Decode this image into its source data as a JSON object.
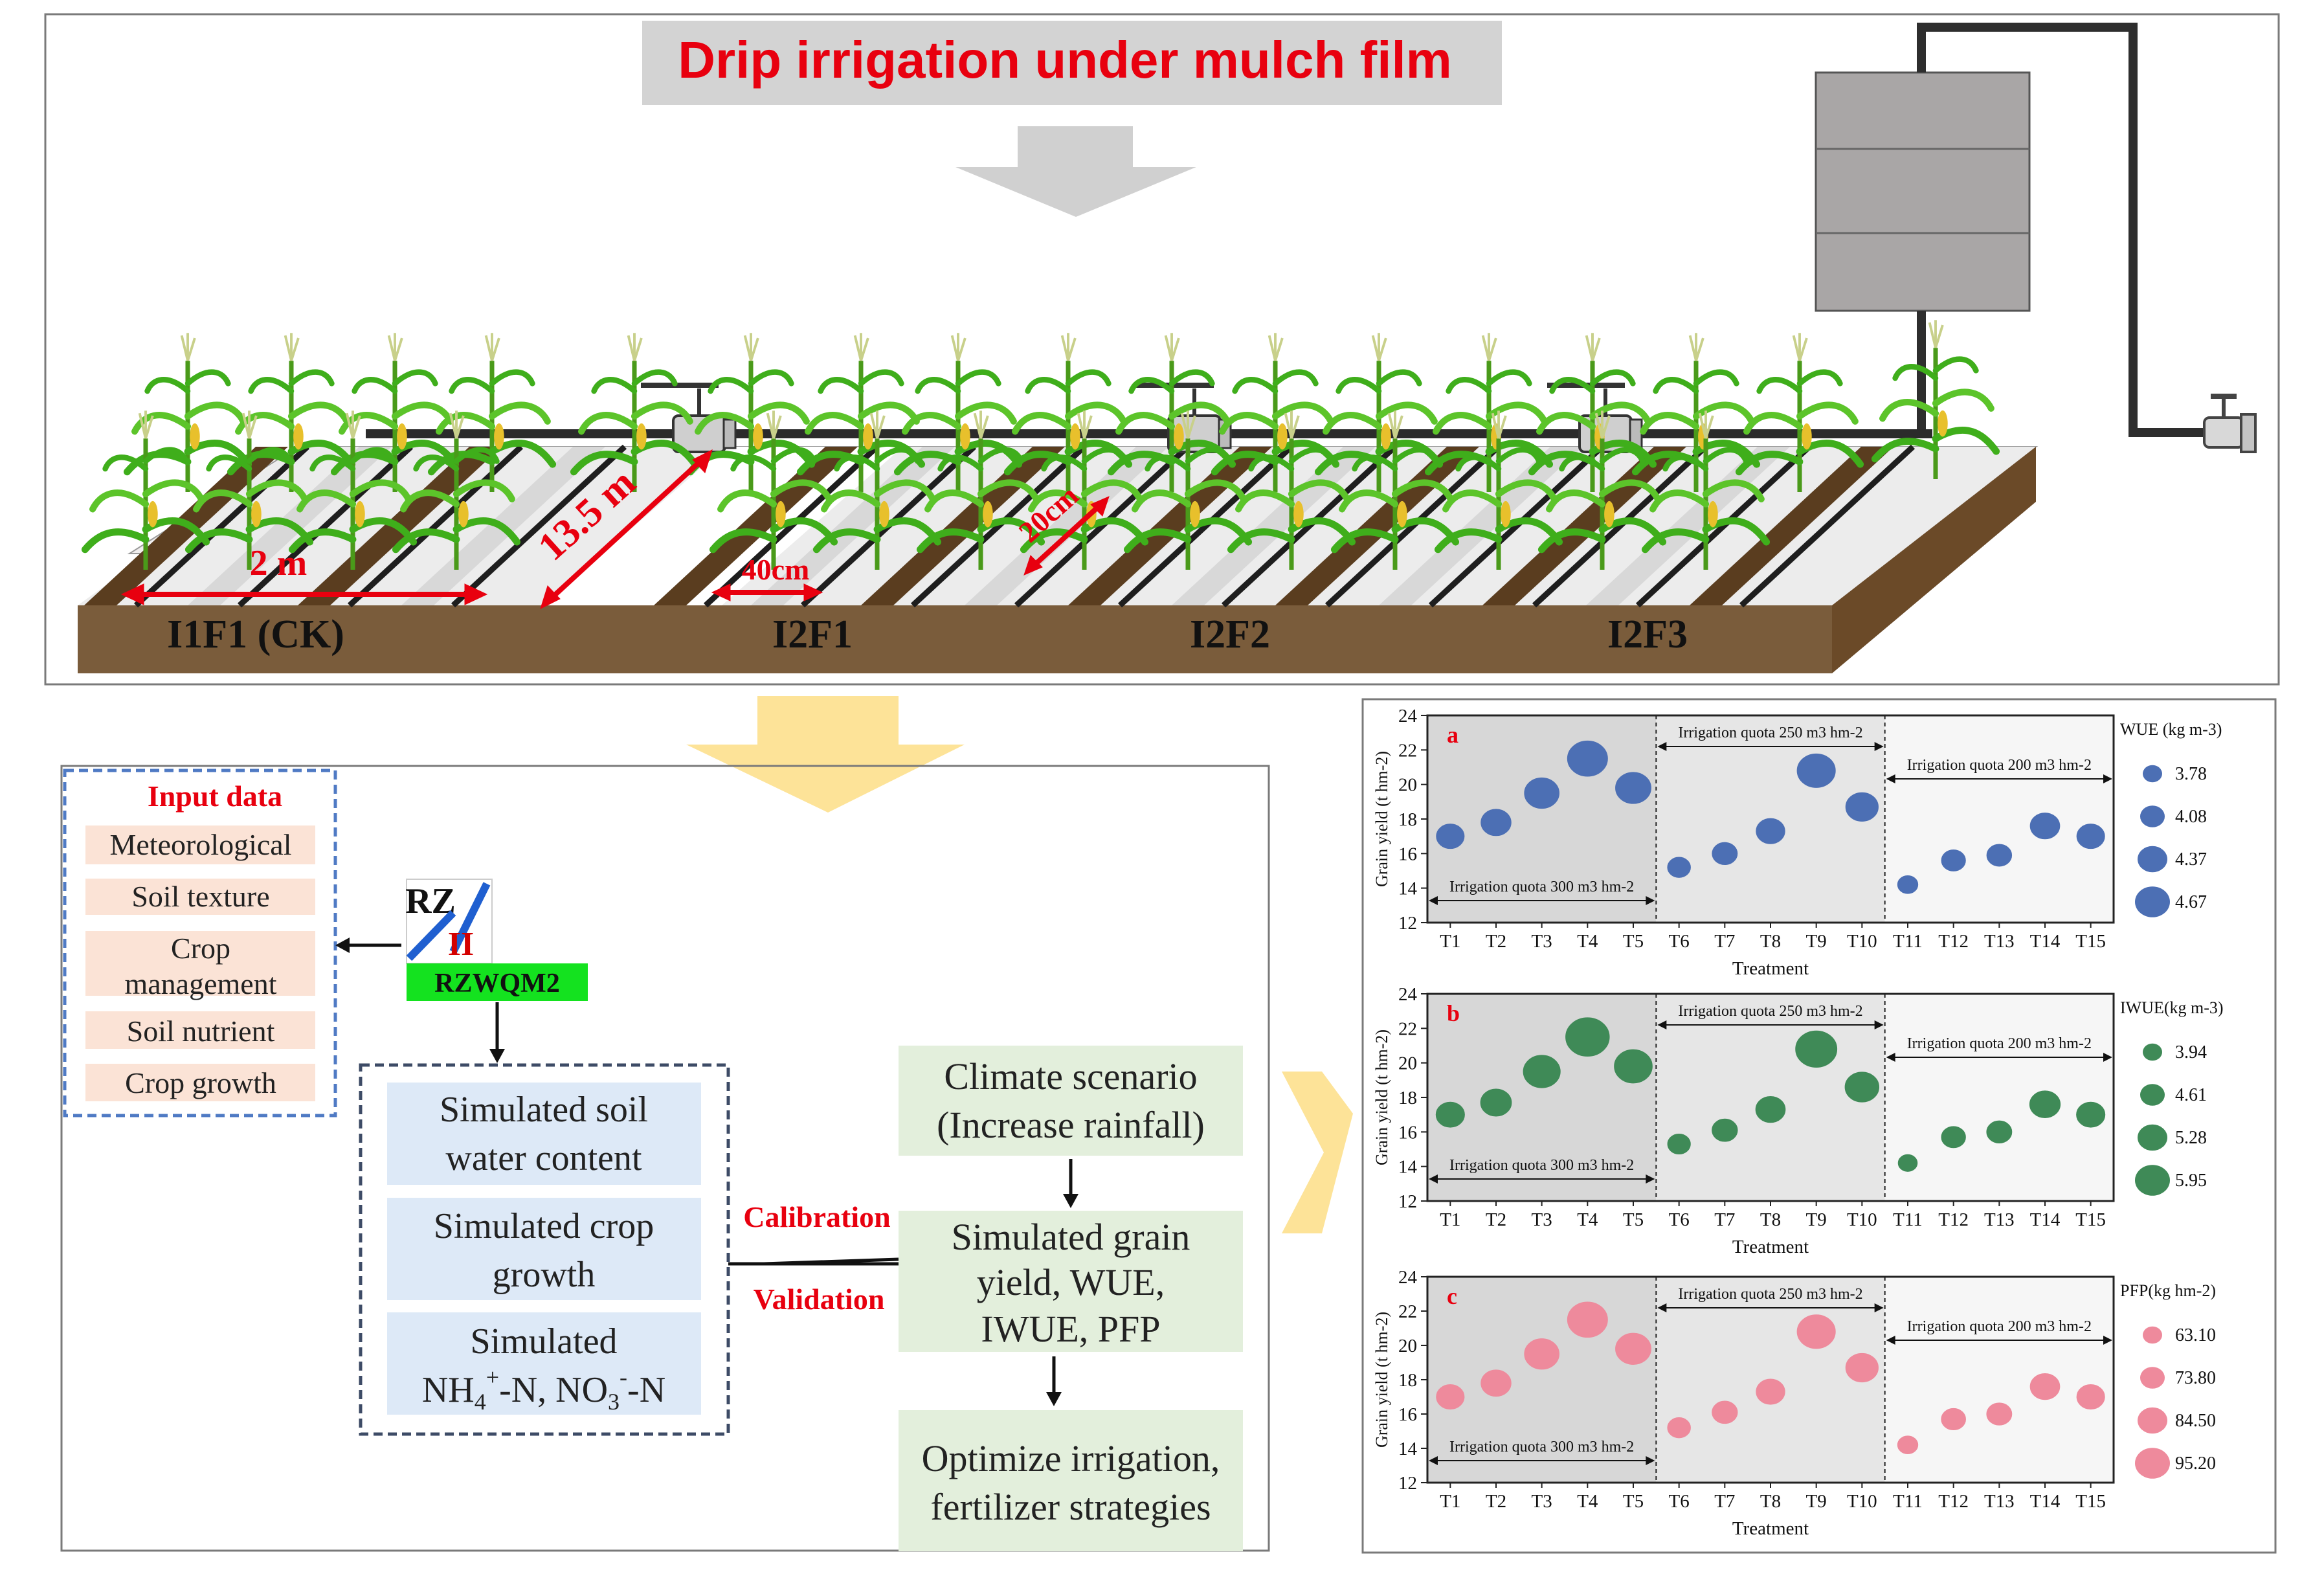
{
  "title": "Drip irrigation under mulch film",
  "field": {
    "dims": [
      "2 m",
      "13.5 m",
      "40cm",
      "20cm"
    ],
    "labels": [
      "I1F1 (CK)",
      "I2F1",
      "I2F2",
      "I2F3"
    ]
  },
  "inputs": {
    "title": "Input data",
    "items": [
      "Meteorological",
      "Soil texture",
      "Crop",
      "management",
      "Soil nutrient",
      "Crop growth"
    ]
  },
  "model": {
    "logo_text": "RZ",
    "logo_mark": "II",
    "label": "RZWQM2"
  },
  "sim": {
    "b1": [
      "Simulated soil",
      "water content"
    ],
    "b2": [
      "Simulated crop",
      "growth"
    ],
    "b3_line1": "Simulated",
    "b3_nh": "NH",
    "b3_nh_sub": "4",
    "b3_nh_sup": "+",
    "b3_mid": "-N, NO",
    "b3_no_sub": "3",
    "b3_no_sup": "-",
    "b3_end": "-N"
  },
  "cal": {
    "calibration": "Calibration",
    "validation": "Validation"
  },
  "out": {
    "climate": [
      "Climate scenario",
      "(Increase rainfall)"
    ],
    "yield": [
      "Simulated grain",
      "yield, WUE,",
      "IWUE, PFP"
    ],
    "optimize": [
      "Optimize irrigation,",
      "fertilizer strategies"
    ]
  },
  "colors": {
    "title_red": "#e8000f",
    "wue": "#4c6fb4",
    "iwue": "#3f8a57",
    "pfp": "#ee8a9c",
    "arrow_yellow": "#fde398"
  },
  "chart_data": [
    {
      "type": "scatter",
      "panel": "a",
      "ylabel": "Grain yield (t hm-2)",
      "xlabel": "Treatment",
      "ylim": [
        12,
        24
      ],
      "yticks": [
        12,
        14,
        16,
        18,
        20,
        22,
        24
      ],
      "categories": [
        "T1",
        "T2",
        "T3",
        "T4",
        "T5",
        "T6",
        "T7",
        "T8",
        "T9",
        "T10",
        "T11",
        "T12",
        "T13",
        "T14",
        "T15"
      ],
      "values": [
        17.0,
        17.8,
        19.5,
        21.5,
        19.8,
        15.2,
        16.0,
        17.3,
        20.8,
        18.7,
        14.2,
        15.6,
        15.9,
        17.6,
        17.0
      ],
      "size_legend_title": "WUE (kg m-3)",
      "size_legend": [
        "3.78",
        "4.08",
        "4.37",
        "4.67"
      ],
      "groups": [
        "Irrigation quota 300 m3 hm-2",
        "Irrigation quota 250 m3 hm-2",
        "Irrigation quota 200 m3 hm-2"
      ],
      "color": "#4c6fb4"
    },
    {
      "type": "scatter",
      "panel": "b",
      "ylabel": "Grain yield (t hm-2)",
      "xlabel": "Treatment",
      "ylim": [
        12,
        24
      ],
      "yticks": [
        12,
        14,
        16,
        18,
        20,
        22,
        24
      ],
      "categories": [
        "T1",
        "T2",
        "T3",
        "T4",
        "T5",
        "T6",
        "T7",
        "T8",
        "T9",
        "T10",
        "T11",
        "T12",
        "T13",
        "T14",
        "T15"
      ],
      "values": [
        17.0,
        17.7,
        19.5,
        21.5,
        19.8,
        15.3,
        16.1,
        17.3,
        20.8,
        18.6,
        14.2,
        15.7,
        16.0,
        17.6,
        17.0
      ],
      "size_legend_title": "IWUE(kg m-3)",
      "size_legend": [
        "3.94",
        "4.61",
        "5.28",
        "5.95"
      ],
      "groups": [
        "Irrigation quota 300 m3 hm-2",
        "Irrigation quota 250 m3 hm-2",
        "Irrigation quota 200 m3 hm-2"
      ],
      "color": "#3f8a57"
    },
    {
      "type": "scatter",
      "panel": "c",
      "ylabel": "Grain yield (t hm-2)",
      "xlabel": "Treatment",
      "ylim": [
        12,
        24
      ],
      "yticks": [
        12,
        14,
        16,
        18,
        20,
        22,
        24
      ],
      "categories": [
        "T1",
        "T2",
        "T3",
        "T4",
        "T5",
        "T6",
        "T7",
        "T8",
        "T9",
        "T10",
        "T11",
        "T12",
        "T13",
        "T14",
        "T15"
      ],
      "values": [
        17.0,
        17.8,
        19.5,
        21.5,
        19.8,
        15.2,
        16.1,
        17.3,
        20.8,
        18.7,
        14.2,
        15.7,
        16.0,
        17.6,
        17.0
      ],
      "size_legend_title": "PFP(kg hm-2)",
      "size_legend": [
        "63.10",
        "73.80",
        "84.50",
        "95.20"
      ],
      "groups": [
        "Irrigation quota 300 m3 hm-2",
        "Irrigation quota 250 m3 hm-2",
        "Irrigation quota 200 m3 hm-2"
      ],
      "color": "#ee8a9c"
    }
  ]
}
